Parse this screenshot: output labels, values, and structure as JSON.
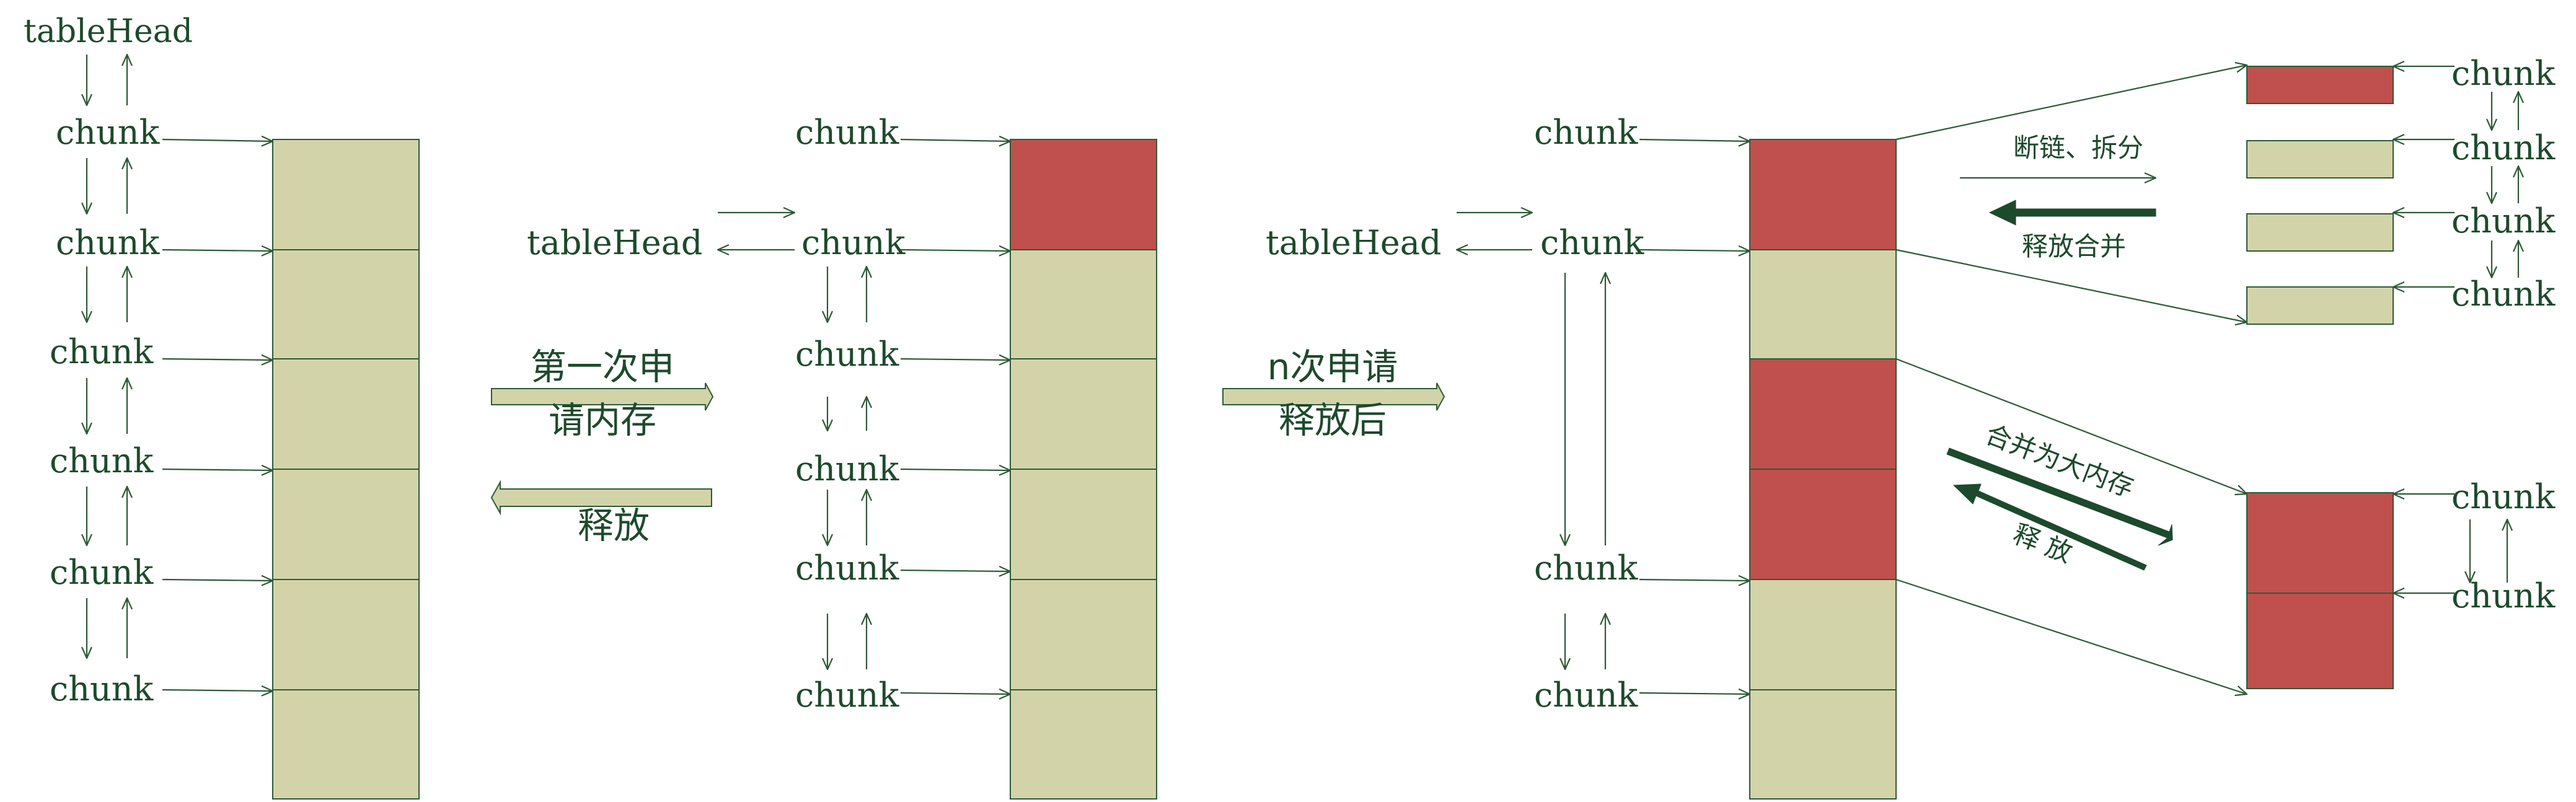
{
  "colors": {
    "free_block": "#d3d3a9",
    "used_block": "#c0504d",
    "line": "#2d5a36",
    "text": "#1d4a2c",
    "background": "#ffffff"
  },
  "panel1": {
    "table_head": "tableHead",
    "chunks": [
      "chunk",
      "chunk",
      "chunk",
      "chunk",
      "chunk",
      "chunk"
    ]
  },
  "transition1": {
    "forward_label_line1": "第一次申",
    "forward_label_line2": "请内存",
    "backward_label": "释放"
  },
  "panel2": {
    "table_head": "tableHead",
    "chunks": [
      "chunk",
      "chunk",
      "chunk",
      "chunk",
      "chunk",
      "chunk"
    ]
  },
  "transition2": {
    "forward_label_line1": "n次申请",
    "forward_label_line2": "释放后"
  },
  "panel3": {
    "table_head": "tableHead",
    "chunks": [
      "chunk",
      "chunk",
      "chunk",
      "chunk"
    ],
    "split_label": "断链、拆分",
    "merge_back_label": "释放合并",
    "merge_big_label": "合并为大内存",
    "release_label": "释 放",
    "small_chunks": [
      "chunk",
      "chunk",
      "chunk",
      "chunk"
    ],
    "big_chunks": [
      "chunk",
      "chunk"
    ]
  }
}
